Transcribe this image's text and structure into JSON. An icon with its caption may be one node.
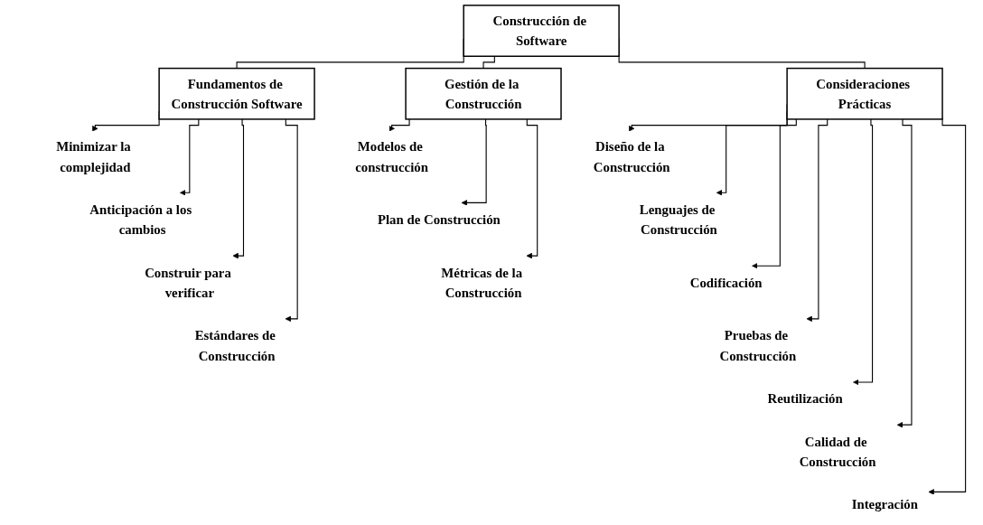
{
  "diagram": {
    "nodes": [
      {
        "text": [
          "Construcción de Software"
        ]
      },
      {
        "text": [
          "Fundamentos de Construcción Software"
        ]
      },
      {
        "text": [
          "Gestión de la Construcción"
        ]
      },
      {
        "text": [
          "Consideraciones Prácticas"
        ]
      },
      {
        "text": [
          "Minimizar la complejidad"
        ]
      },
      {
        "text": [
          "Anticipación a los cambios"
        ]
      },
      {
        "text": [
          "Construir para verificar"
        ]
      },
      {
        "text": [
          "Estándares de Construcción"
        ]
      },
      {
        "text": [
          "Modelos de construcción"
        ]
      },
      {
        "text": [
          "Plan de Construcción"
        ]
      },
      {
        "text": [
          "Métricas de la Construcción"
        ]
      },
      {
        "text": [
          "Diseño de la Construcción"
        ]
      },
      {
        "text": [
          "Lenguajes de Construcción"
        ]
      },
      {
        "text": [
          "Codificación"
        ]
      },
      {
        "text": [
          "Pruebas de Construcción"
        ]
      },
      {
        "text": [
          "Reutilización"
        ]
      },
      {
        "text": [
          "Calidad de Construcción"
        ]
      },
      {
        "text": [
          "Integración"
        ]
      }
    ],
    "edges": [
      {
        "from": 0,
        "to": 1,
        "arrow": "none"
      },
      {
        "from": 0,
        "to": 2,
        "arrow": "none"
      },
      {
        "from": 0,
        "to": 3,
        "arrow": "none"
      },
      {
        "from": 1,
        "to": 4,
        "arrow": "to"
      },
      {
        "from": 1,
        "to": 5,
        "arrow": "to"
      },
      {
        "from": 1,
        "to": 6,
        "arrow": "to"
      },
      {
        "from": 1,
        "to": 7,
        "arrow": "to"
      },
      {
        "from": 2,
        "to": 8,
        "arrow": "to"
      },
      {
        "from": 2,
        "to": 9,
        "arrow": "to"
      },
      {
        "from": 2,
        "to": 10,
        "arrow": "to"
      },
      {
        "from": 3,
        "to": 11,
        "arrow": "to"
      },
      {
        "from": 3,
        "to": 12,
        "arrow": "to"
      },
      {
        "from": 3,
        "to": 13,
        "arrow": "to"
      },
      {
        "from": 3,
        "to": 14,
        "arrow": "to"
      },
      {
        "from": 3,
        "to": 15,
        "arrow": "to"
      },
      {
        "from": 3,
        "to": 16,
        "arrow": "to"
      },
      {
        "from": 3,
        "to": 17,
        "arrow": "to"
      }
    ]
  }
}
